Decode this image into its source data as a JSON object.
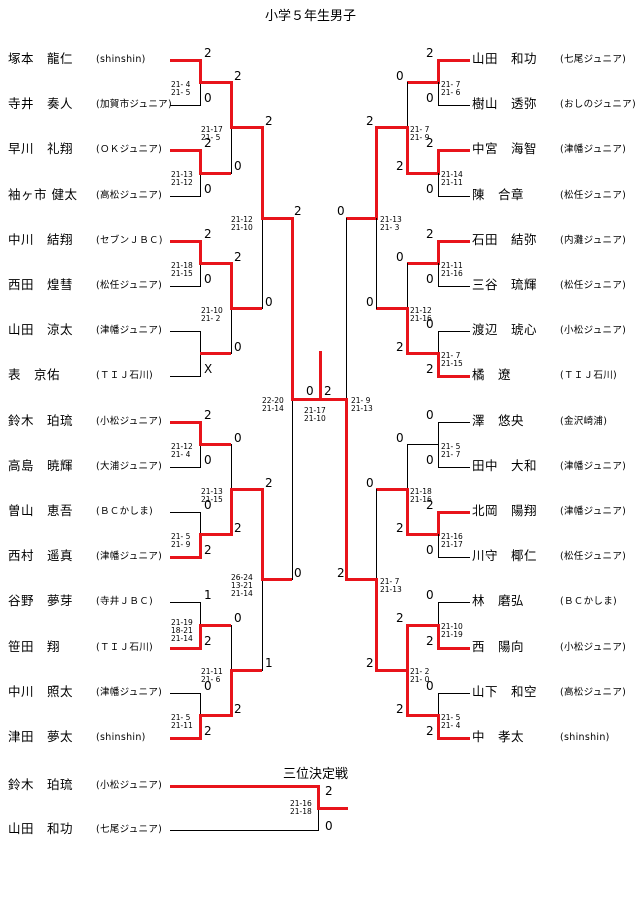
{
  "title": "小学５年生男子",
  "third_place_title": "三位決定戦",
  "left_players": [
    {
      "name": "塚本　龍仁",
      "club": "(shinshin)"
    },
    {
      "name": "寺井　奏人",
      "club": "(加賀市ジュニア)"
    },
    {
      "name": "早川　礼翔",
      "club": "(ＯＫジュニア)"
    },
    {
      "name": "袖ヶ市 健太",
      "club": "(高松ジュニア)"
    },
    {
      "name": "中川　結翔",
      "club": "(セブンＪＢＣ)"
    },
    {
      "name": "西田　煌彗",
      "club": "(松任ジュニア)"
    },
    {
      "name": "山田　涼太",
      "club": "(津幡ジュニア)"
    },
    {
      "name": "表　京佑",
      "club": "(ＴＩＪ石川)"
    },
    {
      "name": "鈴木　珀琉",
      "club": "(小松ジュニア)"
    },
    {
      "name": "高島　暁輝",
      "club": "(大浦ジュニア)"
    },
    {
      "name": "曽山　恵吾",
      "club": "(ＢＣかしま)"
    },
    {
      "name": "西村　遥真",
      "club": "(津幡ジュニア)"
    },
    {
      "name": "谷野　夢芽",
      "club": "(寺井ＪＢＣ)"
    },
    {
      "name": "笹田　翔",
      "club": "(ＴＩＪ石川)"
    },
    {
      "name": "中川　照太",
      "club": "(津幡ジュニア)"
    },
    {
      "name": "津田　夢太",
      "club": "(shinshin)"
    }
  ],
  "right_players": [
    {
      "name": "山田　和功",
      "club": "(七尾ジュニア)"
    },
    {
      "name": "樹山　透弥",
      "club": "(おしのジュニア)"
    },
    {
      "name": "中宮　海智",
      "club": "(津幡ジュニア)"
    },
    {
      "name": "陳　合章",
      "club": "(松任ジュニア)"
    },
    {
      "name": "石田　結弥",
      "club": "(内灘ジュニア)"
    },
    {
      "name": "三谷　琉輝",
      "club": "(松任ジュニア)"
    },
    {
      "name": "渡辺　琥心",
      "club": "(小松ジュニア)"
    },
    {
      "name": "橘　遼",
      "club": "(ＴＩＪ石川)"
    },
    {
      "name": "澤　悠央",
      "club": "(金沢崎浦)"
    },
    {
      "name": "田中　大和",
      "club": "(津幡ジュニア)"
    },
    {
      "name": "北岡　陽翔",
      "club": "(津幡ジュニア)"
    },
    {
      "name": "川守　椰仁",
      "club": "(松任ジュニア)"
    },
    {
      "name": "林　磨弘",
      "club": "(ＢＣかしま)"
    },
    {
      "name": "西　陽向",
      "club": "(小松ジュニア)"
    },
    {
      "name": "山下　和空",
      "club": "(高松ジュニア)"
    },
    {
      "name": "中　孝太",
      "club": "(shinshin)"
    }
  ],
  "third_place_players": [
    {
      "name": "鈴木　珀琉",
      "club": "(小松ジュニア)"
    },
    {
      "name": "山田　和功",
      "club": "(七尾ジュニア)"
    }
  ],
  "left_scores": {
    "r1": [
      "2",
      "0",
      "2",
      "0",
      "2",
      "0",
      "",
      "X",
      "2",
      "0",
      "0",
      "2",
      "1",
      "2",
      "0",
      "2"
    ],
    "r2": [
      "2",
      "0",
      "2",
      "0",
      "0",
      "2",
      "0",
      "2"
    ],
    "r3": [
      "2",
      "0",
      "2",
      "1"
    ],
    "r4": [
      "2",
      "0"
    ],
    "final": "0"
  },
  "right_scores": {
    "r1": [
      "2",
      "0",
      "2",
      "0",
      "2",
      "0",
      "0",
      "2",
      "0",
      "0",
      "2",
      "0",
      "0",
      "2",
      "0",
      "2"
    ],
    "r2": [
      "0",
      "2",
      "0",
      "2",
      "0",
      "2",
      "2",
      "2"
    ],
    "r3": [
      "2",
      "0",
      "0",
      "2"
    ],
    "r4": [
      "0",
      "2"
    ],
    "final": "2"
  },
  "third_scores": [
    "2",
    "0"
  ],
  "left_results": {
    "r1": [
      [
        "21- 4",
        "21- 5"
      ],
      [
        "21-13",
        "21-12"
      ],
      [
        "21-18",
        "21-15"
      ],
      [
        "",
        ""
      ],
      [
        "21-12",
        "21- 4"
      ],
      [
        "21- 5",
        "21- 9"
      ],
      [
        "21-19",
        "18-21",
        "21-14"
      ],
      [
        "21- 5",
        "21-11"
      ]
    ],
    "r2": [
      [
        "21-17",
        "21- 5"
      ],
      [
        "21-10",
        "21- 2"
      ],
      [
        "21-13",
        "21-15"
      ],
      [
        "21-11",
        "21- 6"
      ]
    ],
    "r3": [
      [
        "21-12",
        "21-10"
      ],
      [
        "26-24",
        "13-21",
        "21-14"
      ]
    ],
    "r4": [
      [
        "22-20",
        "21-14"
      ]
    ]
  },
  "right_results": {
    "r1": [
      [
        "21- 7",
        "21- 6"
      ],
      [
        "21-14",
        "21-11"
      ],
      [
        "21-11",
        "21-16"
      ],
      [
        "21- 7",
        "21-15"
      ],
      [
        "21- 5",
        "21- 7"
      ],
      [
        "21-16",
        "21-17"
      ],
      [
        "21-10",
        "21-19"
      ],
      [
        "21- 5",
        "21- 4"
      ]
    ],
    "r2": [
      [
        "21- 7",
        "21- 9"
      ],
      [
        "21-12",
        "21-16"
      ],
      [
        "21-18",
        "21-16"
      ],
      [
        "21- 2",
        "21- 0"
      ]
    ],
    "r3": [
      [
        "21-13",
        "21- 3"
      ],
      [
        "21- 7",
        "21-13"
      ]
    ],
    "r4": [
      [
        "21- 9",
        "21-13"
      ]
    ]
  },
  "final_result": [
    "21-17",
    "21-10"
  ],
  "third_result": [
    "21-16",
    "21-18"
  ],
  "colors": {
    "winner_line": "#e8141b",
    "loser_line": "#000000"
  }
}
